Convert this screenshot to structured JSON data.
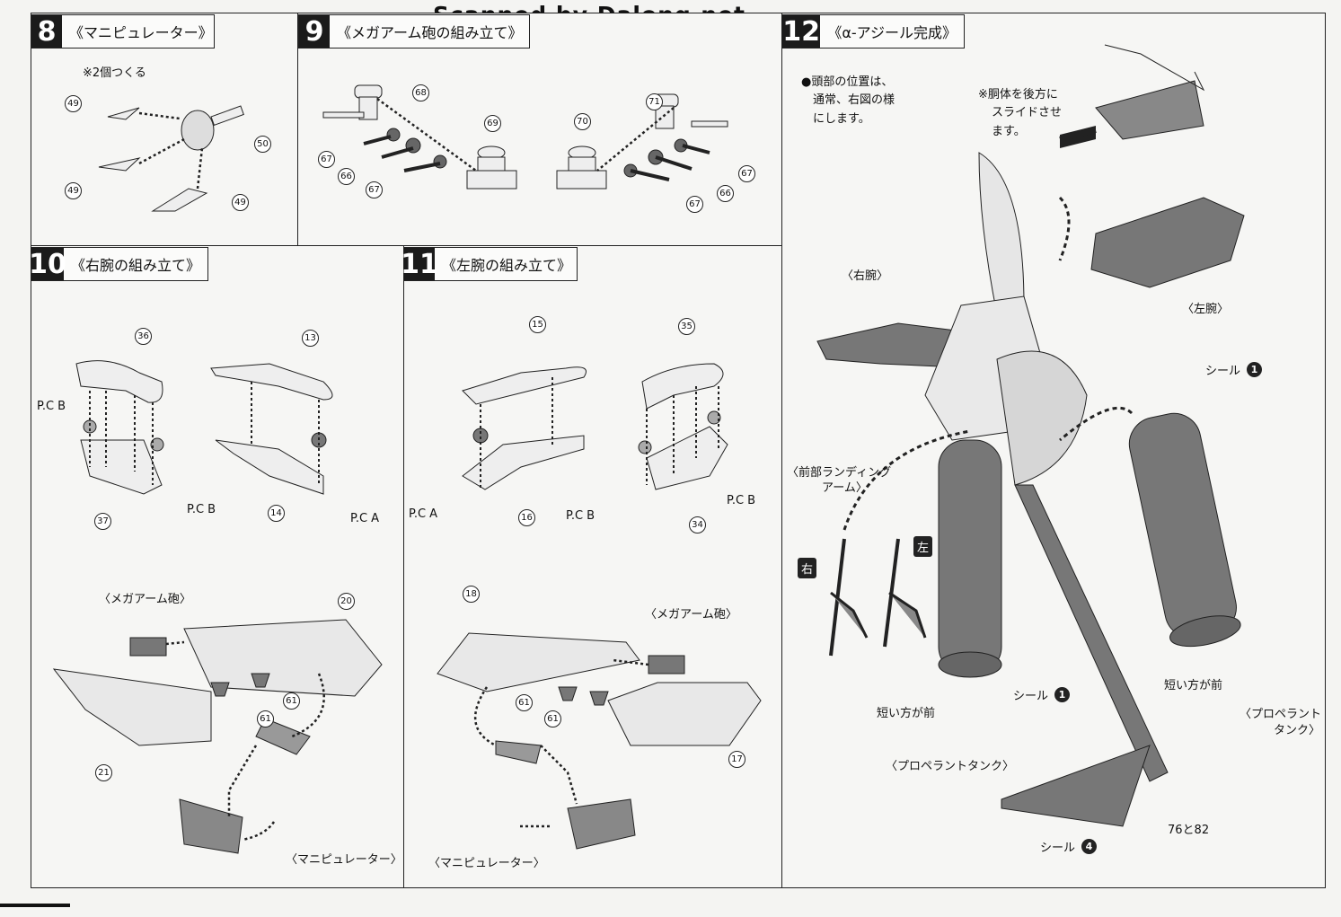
{
  "watermark": "Scanned by Dalong.net",
  "steps": {
    "s8": {
      "num": "8",
      "title": "《マニピュレーター》",
      "note": "※2個つくる",
      "parts": [
        "49",
        "49",
        "49",
        "50"
      ]
    },
    "s9": {
      "num": "9",
      "title": "《メガアーム砲の組み立て》",
      "parts": [
        "68",
        "69",
        "67",
        "66",
        "67",
        "71",
        "70",
        "67",
        "66",
        "67"
      ]
    },
    "s10": {
      "num": "10",
      "title": "《右腕の組み立て》",
      "parts": [
        "36",
        "13",
        "37",
        "14",
        "20",
        "61",
        "61",
        "21"
      ],
      "labels": {
        "pcb1": "P.C",
        "pcb1b": "B",
        "pcb2": "P.C",
        "pcb2b": "B",
        "pca": "P.C",
        "pcab": "A",
        "mega": "〈メガアーム砲〉",
        "mani": "〈マニピュレーター〉"
      }
    },
    "s11": {
      "num": "11",
      "title": "《左腕の組み立て》",
      "parts": [
        "15",
        "35",
        "16",
        "34",
        "18",
        "61",
        "61",
        "17"
      ],
      "labels": {
        "pca": "P.C",
        "pcab": "A",
        "pcb1": "P.C",
        "pcb1b": "B",
        "pcb2": "P.C",
        "pcb2b": "B",
        "mega": "〈メガアーム砲〉",
        "mani": "〈マニピュレーター〉"
      }
    },
    "s12": {
      "num": "12",
      "title": "《α-アジール完成》",
      "bullet": "●頭部の位置は、",
      "bullet2": "通常、右図の様",
      "bullet3": "にします。",
      "note1": "※胴体を後方に",
      "note2": "スライドさせ",
      "note3": "ます。",
      "right_arm": "〈右腕〉",
      "left_arm": "〈左腕〉",
      "seal1": "シール",
      "seal1n": "1",
      "front_arm1": "〈前部ランディング",
      "front_arm2": "アーム〉",
      "right_tag": "右",
      "left_tag": "左",
      "short_front": "短い方が前",
      "seal1b": "シール",
      "seal1bn": "1",
      "tank_center": "〈プロペラントタンク〉",
      "short_front2": "短い方が前",
      "tank_right1": "〈プロペラント",
      "tank_right2": "タンク〉",
      "parts_76_82": "76と82",
      "seal4": "シール",
      "seal4n": "4"
    }
  }
}
